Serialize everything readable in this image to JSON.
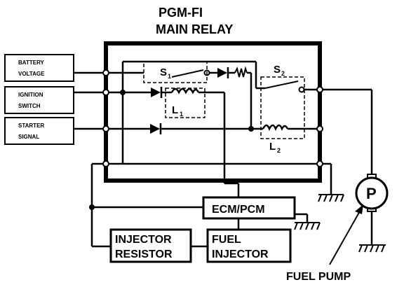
{
  "title": {
    "line1": "PGM-FI",
    "line2": "MAIN RELAY"
  },
  "inputs": [
    {
      "line1": "BATTERY",
      "line2": "VOLTAGE"
    },
    {
      "line1": "IGNITION",
      "line2": "SWITCH"
    },
    {
      "line1": "STARTER",
      "line2": "SIGNAL"
    }
  ],
  "switches": [
    {
      "letter": "S",
      "sub": "1"
    },
    {
      "letter": "S",
      "sub": "2"
    }
  ],
  "coils": [
    {
      "letter": "L",
      "sub": "1"
    },
    {
      "letter": "L",
      "sub": "2"
    }
  ],
  "ecm_label": "ECM/PCM",
  "injector_resistor": {
    "line1": "INJECTOR",
    "line2": "RESISTOR"
  },
  "fuel_injector": {
    "line1": "FUEL",
    "line2": "INJECTOR"
  },
  "pump_symbol": "P",
  "fuel_pump_label": "FUEL PUMP"
}
